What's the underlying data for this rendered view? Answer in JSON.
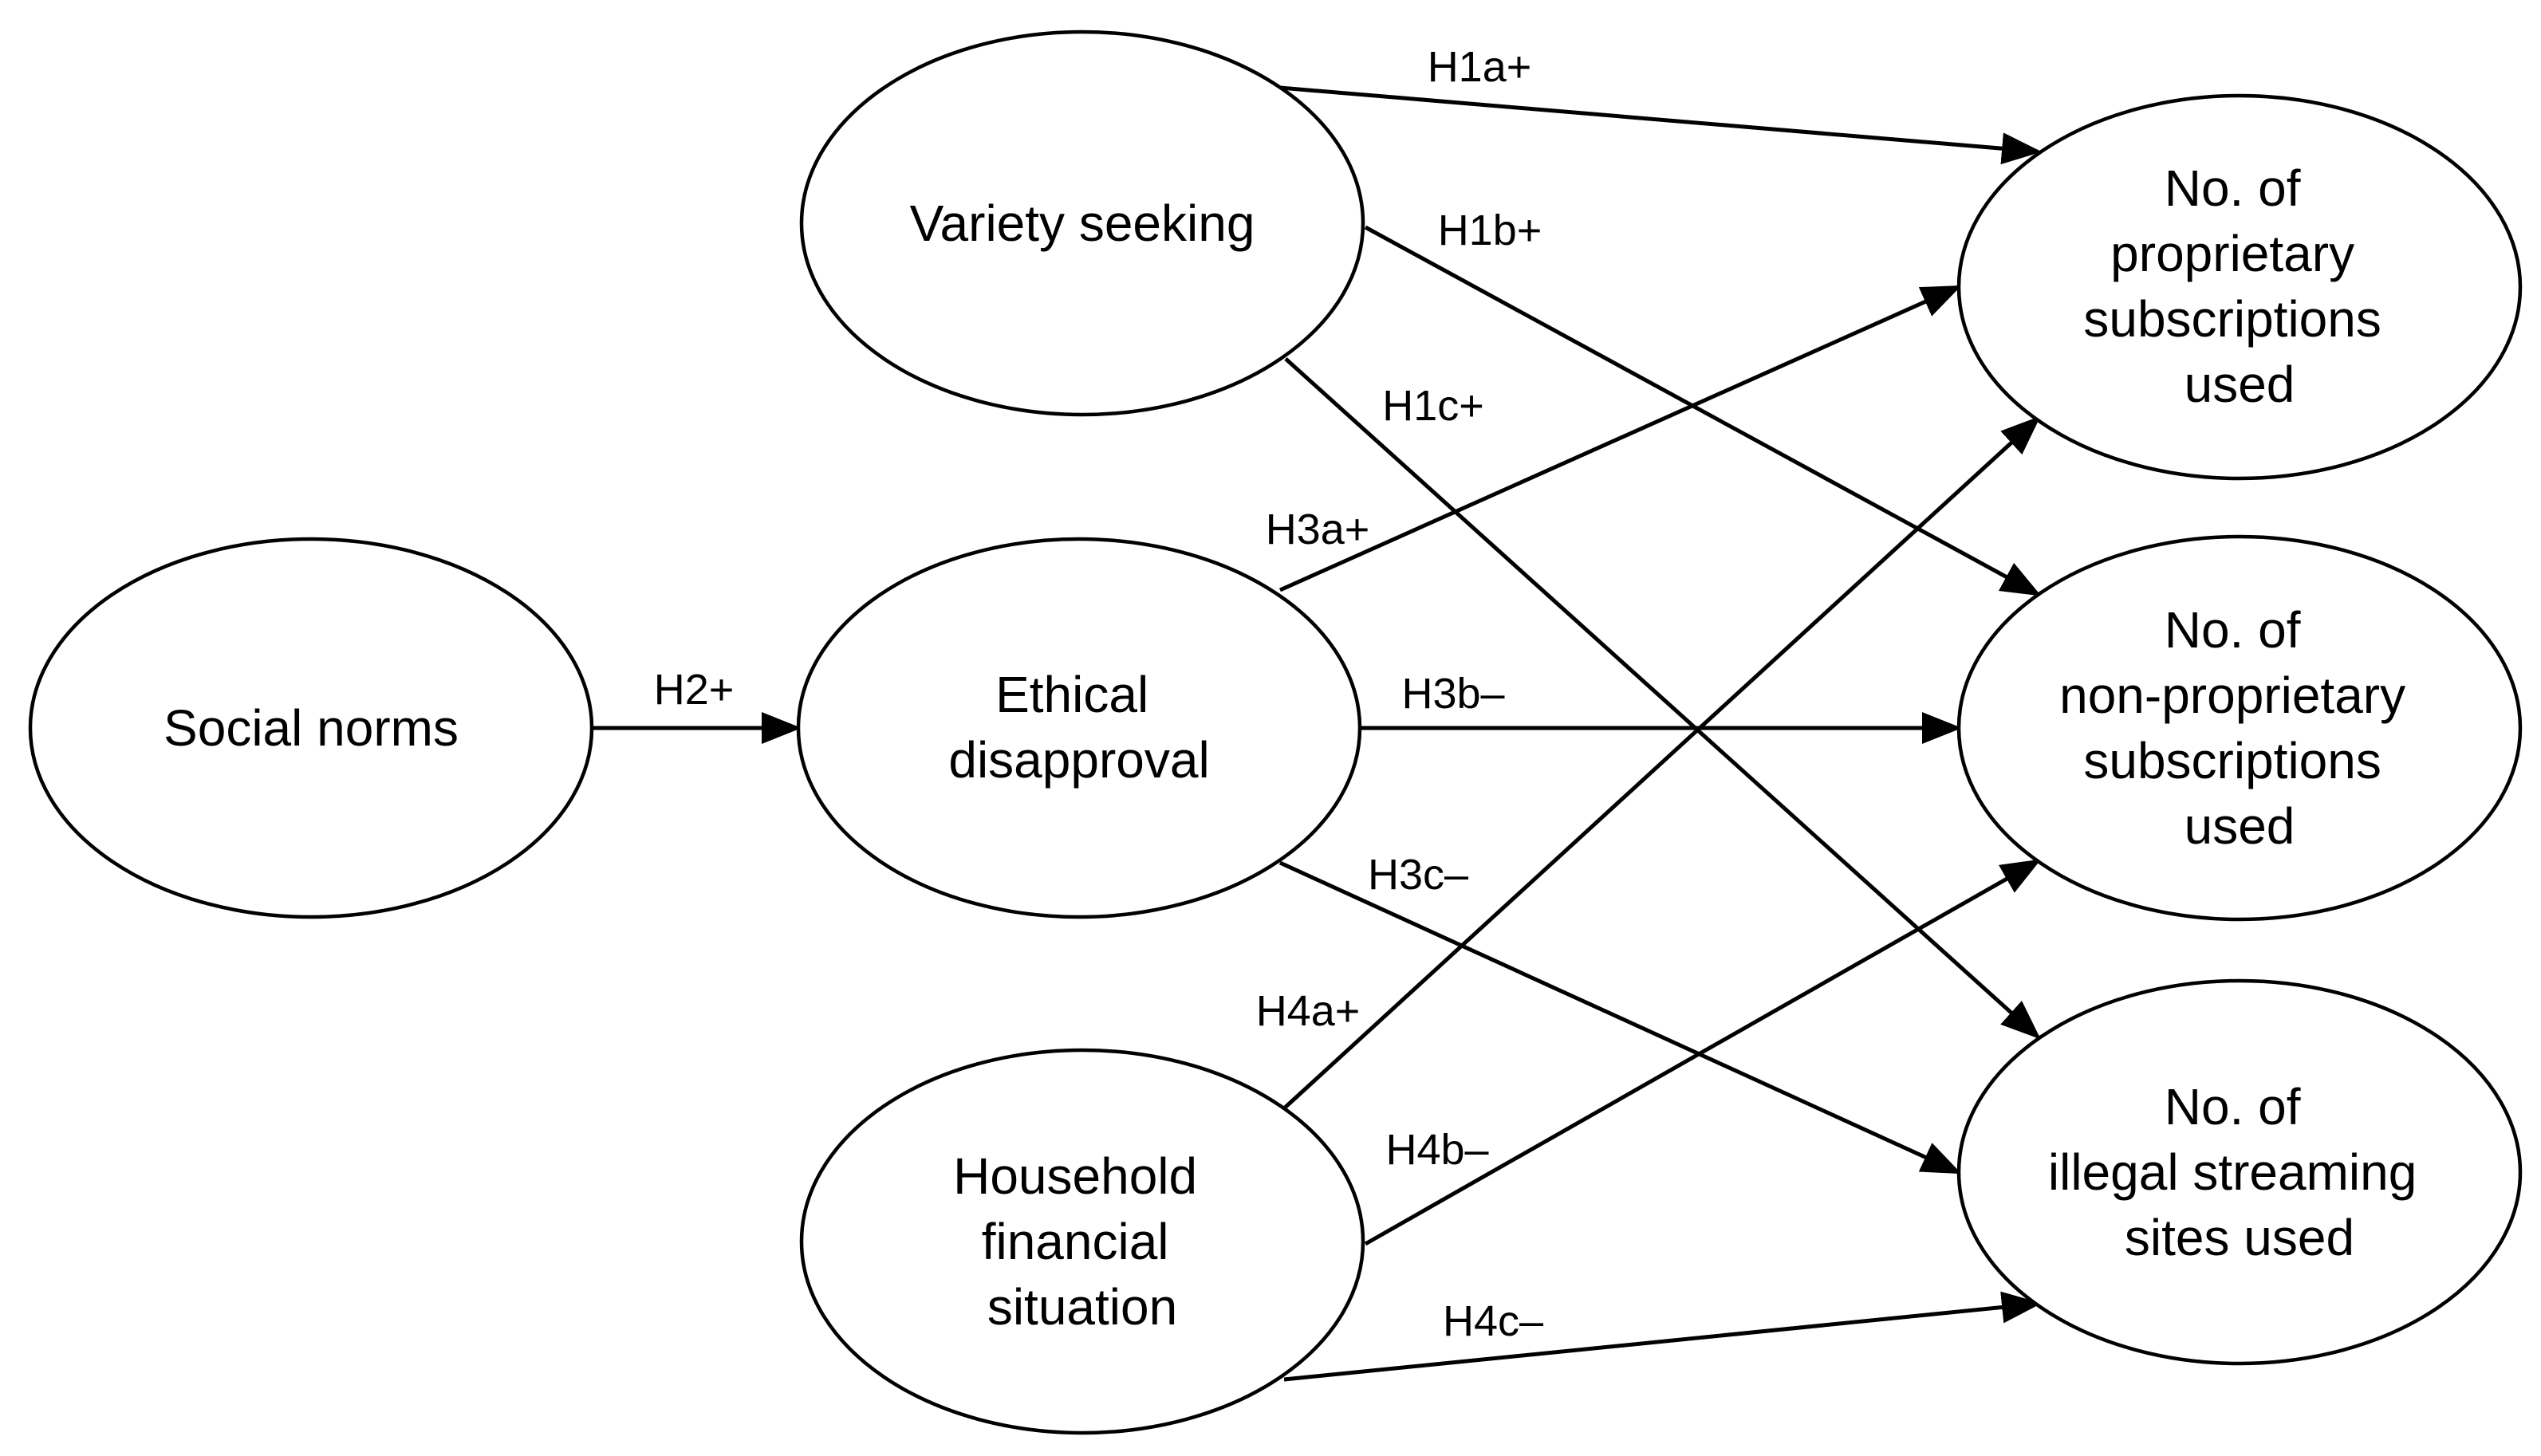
{
  "nodes": {
    "social_norms": {
      "lines": [
        "Social norms"
      ]
    },
    "variety_seeking": {
      "lines": [
        "Variety seeking"
      ]
    },
    "ethical_disapproval": {
      "lines": [
        "Ethical",
        "disapproval"
      ]
    },
    "household_financial": {
      "lines": [
        "Household",
        "financial",
        "situation"
      ]
    },
    "proprietary": {
      "lines": [
        "No. of",
        "proprietary",
        "subscriptions",
        "used"
      ]
    },
    "non_proprietary": {
      "lines": [
        "No. of",
        "non-proprietary",
        "subscriptions",
        "used"
      ]
    },
    "illegal": {
      "lines": [
        "No. of",
        "illegal streaming",
        "sites used"
      ]
    }
  },
  "edges": {
    "h2": {
      "label": "H2+"
    },
    "h1a": {
      "label": "H1a+"
    },
    "h1b": {
      "label": "H1b+"
    },
    "h1c": {
      "label": "H1c+"
    },
    "h3a": {
      "label": "H3a+"
    },
    "h3b": {
      "label": "H3b–"
    },
    "h3c": {
      "label": "H3c–"
    },
    "h4a": {
      "label": "H4a+"
    },
    "h4b": {
      "label": "H4b–"
    },
    "h4c": {
      "label": "H4c–"
    }
  },
  "colors": {
    "stroke": "#000000",
    "fill": "#ffffff"
  }
}
